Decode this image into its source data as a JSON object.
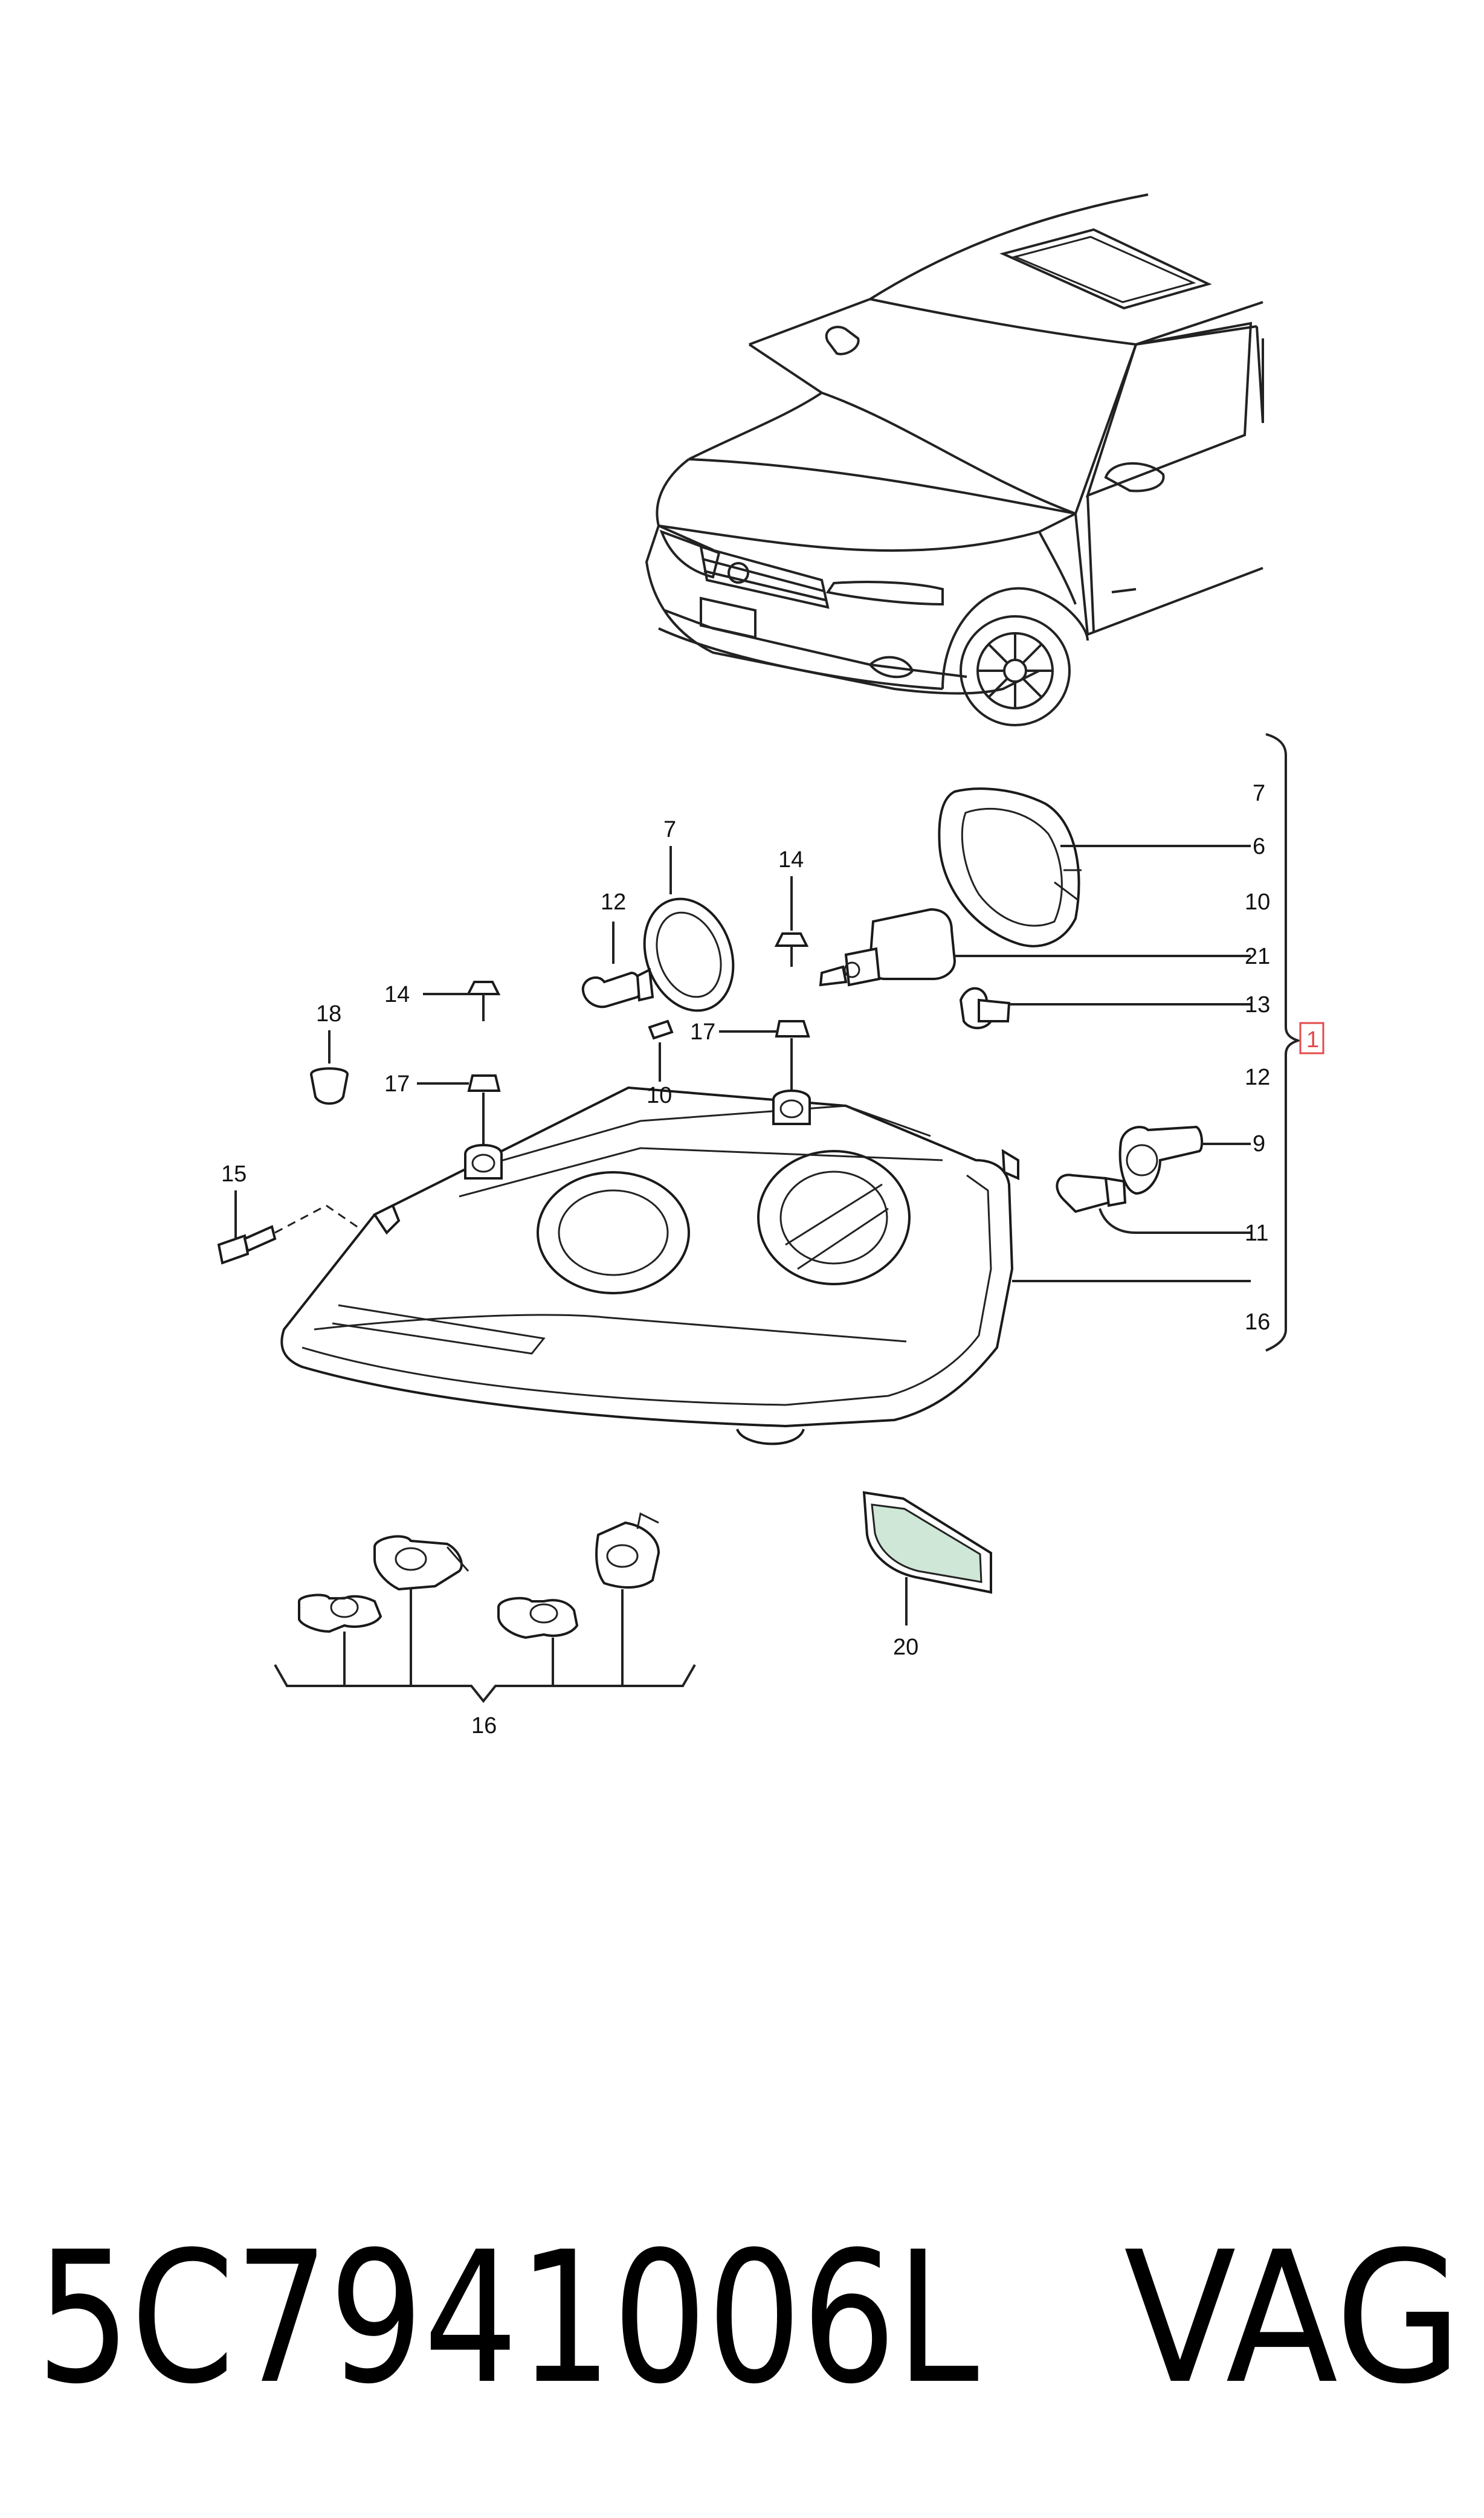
{
  "callouts": {
    "c7_top": "7",
    "c12_left": "12",
    "c14_mid": "14",
    "c18": "18",
    "c14_left": "14",
    "c17_left": "17",
    "c17_mid": "17",
    "c10_mid": "10",
    "c15": "15",
    "r7": "7",
    "r6": "6",
    "r10": "10",
    "r21": "21",
    "r13": "13",
    "r12": "12",
    "r9": "9",
    "r11": "11",
    "r16": "16",
    "box1": "1",
    "c16_bottom": "16",
    "c20": "20"
  },
  "footer": {
    "part_number": "5C7941006L",
    "brand": "VAG"
  },
  "colors": {
    "line": "#222222",
    "callout_box": "#e34a4a",
    "lens_tint": "#cfe7d6"
  }
}
